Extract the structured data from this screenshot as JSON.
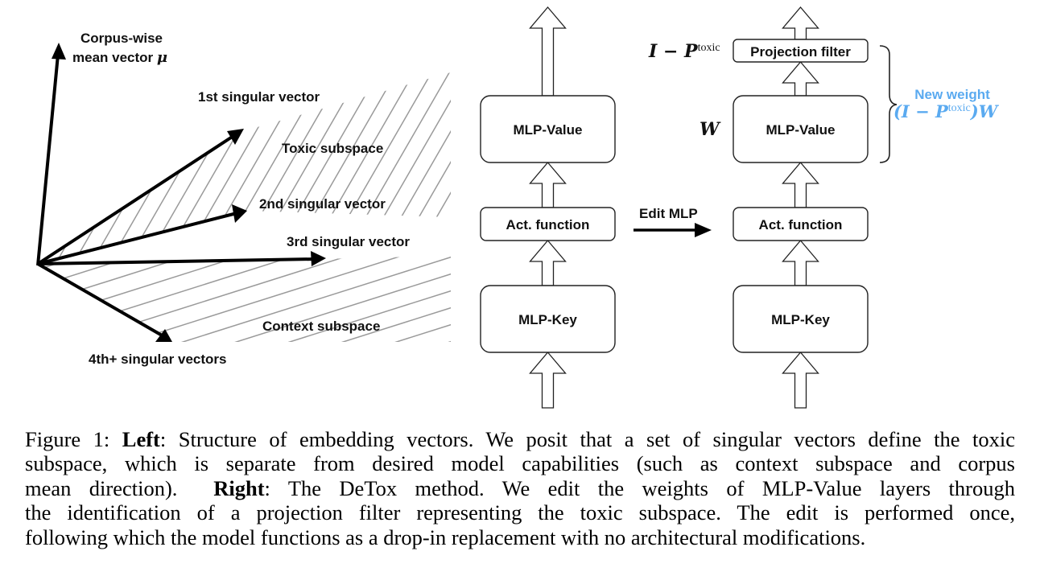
{
  "figure": {
    "left_panel": {
      "vectors": [
        {
          "id": "mean",
          "label_lines": [
            "Corpus-wise",
            "mean vector"
          ],
          "symbol": "μ"
        },
        {
          "id": "sv1",
          "label": "1st singular vector"
        },
        {
          "id": "sv2",
          "label": "2nd singular vector"
        },
        {
          "id": "sv3",
          "label": "3rd singular vector"
        },
        {
          "id": "sv4",
          "label": "4th+ singular vectors"
        }
      ],
      "regions": {
        "toxic": "Toxic subspace",
        "context": "Context subspace"
      }
    },
    "right_panel": {
      "original_stack": [
        "MLP-Value",
        "Act. function",
        "MLP-Key"
      ],
      "edited_stack": [
        "Projection filter",
        "MLP-Value",
        "Act. function",
        "MLP-Key"
      ],
      "edit_arrow_label": "Edit MLP",
      "projection_label": {
        "main": "I − P",
        "sup": "toxic"
      },
      "weight_label": "W",
      "new_weight": {
        "title": "New weight",
        "formula_prefix": "(I − P",
        "formula_sup": "toxic",
        "formula_suffix": ")W",
        "color": "#5aaaf0"
      }
    }
  },
  "caption": {
    "figure_number": "Figure 1:",
    "left_bold": "Left",
    "left_text_1": ": Structure of embedding vectors. We posit that a set of singular vectors define the toxic",
    "line2": "subspace, which is separate from desired model capabilities (such as context subspace and corpus",
    "line3_a": "mean direction).",
    "right_bold": "Right",
    "line3_b": ": The DeTox method. We edit the weights of MLP-Value layers through",
    "line4": "the identification of a projection filter representing the toxic subspace. The edit is performed once,",
    "line5": "following which the model functions as a drop-in replacement with no architectural modifications."
  }
}
